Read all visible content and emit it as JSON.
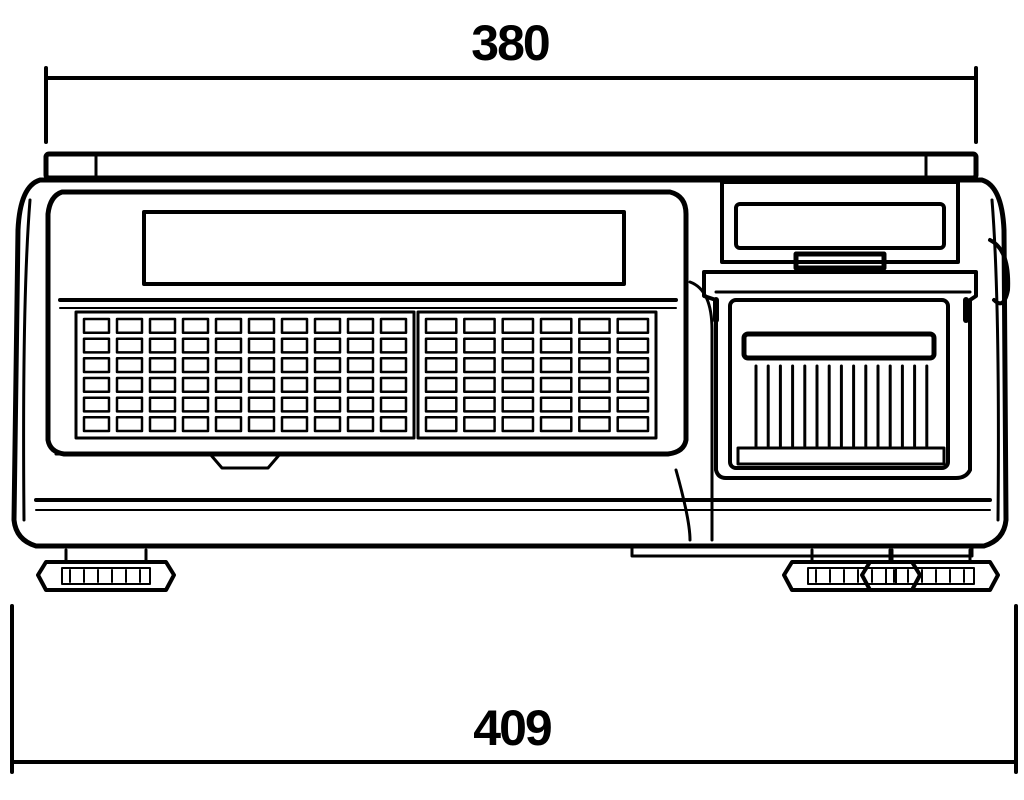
{
  "dimensions": {
    "top_width_label": "380",
    "bottom_width_label": "409"
  },
  "keypad": {
    "left_block": {
      "rows": 6,
      "cols": 10
    },
    "right_block": {
      "rows": 6,
      "cols": 6
    }
  },
  "feet": {
    "count": 3
  },
  "colors": {
    "line": "#000000",
    "background": "#ffffff"
  }
}
